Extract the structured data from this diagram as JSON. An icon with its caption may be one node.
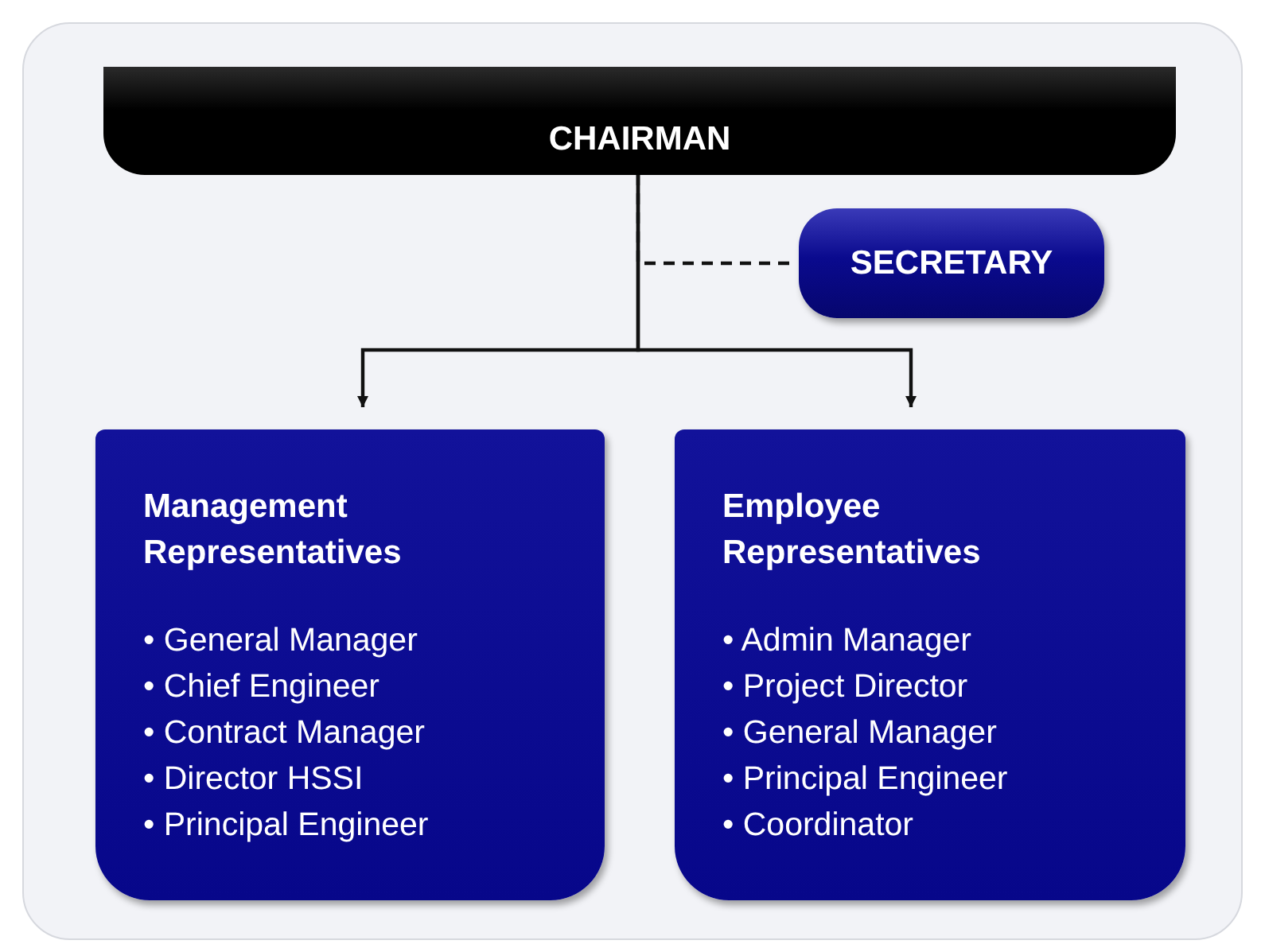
{
  "diagram": {
    "nodes": [
      {
        "text": [
          "CHAIRMAN"
        ]
      },
      {
        "text": [
          "SECRETARY"
        ]
      },
      {
        "text": [
          "Management Representatives",
          "• General Manager",
          "• Chief Engineer",
          "• Contract Manager",
          "• Director HSSI",
          "• Principal Engineer"
        ]
      },
      {
        "text": [
          "Employee Representatives",
          "• Admin Manager",
          "• Project Director",
          "• General Manager",
          "• Principal Engineer",
          "• Coordinator"
        ]
      }
    ],
    "edges": [
      {
        "from": 1,
        "to": 0,
        "arrow": "none",
        "style": "dashed"
      },
      {
        "from": 0,
        "to": 2,
        "arrow": "to"
      },
      {
        "from": 0,
        "to": 3,
        "arrow": "to"
      }
    ]
  }
}
